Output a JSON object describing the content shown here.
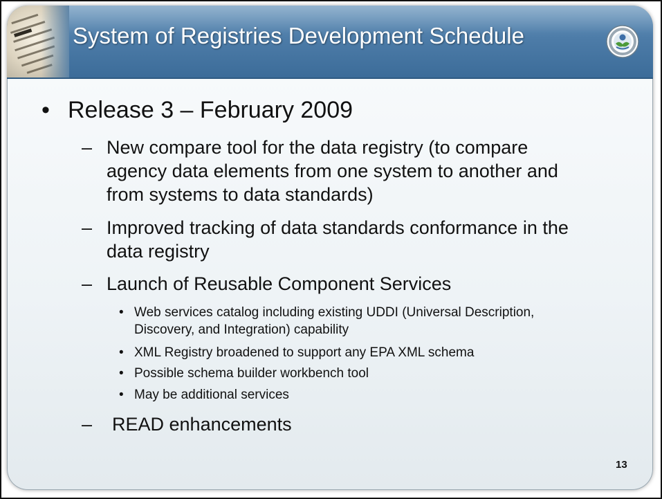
{
  "slide": {
    "title": "System of Registries Development Schedule",
    "page_number": "13",
    "bullet_mark": "•",
    "dash_mark": "–",
    "heading": "Release 3 – February 2009",
    "items": [
      {
        "text": "New compare tool for the data registry (to compare agency data elements from one system to another and from systems to data standards)"
      },
      {
        "text": "Improved tracking of data standards conformance in the data registry"
      },
      {
        "text": "Launch of Reusable Component Services"
      },
      {
        "text": "READ enhancements"
      }
    ],
    "subitems": [
      {
        "text": "Web services catalog including existing UDDI (Universal Description, Discovery, and Integration) capability"
      },
      {
        "text": "XML Registry broadened to support any EPA XML schema"
      },
      {
        "text": "Possible schema builder workbench tool"
      },
      {
        "text": "May be additional services"
      }
    ]
  },
  "colors": {
    "title_bar": "#4d7ca8",
    "title_text": "#ffffff",
    "body_text": "#111111"
  },
  "icons": {
    "corner_image": "dictionary-text-image",
    "seal": "epa-seal-icon"
  }
}
